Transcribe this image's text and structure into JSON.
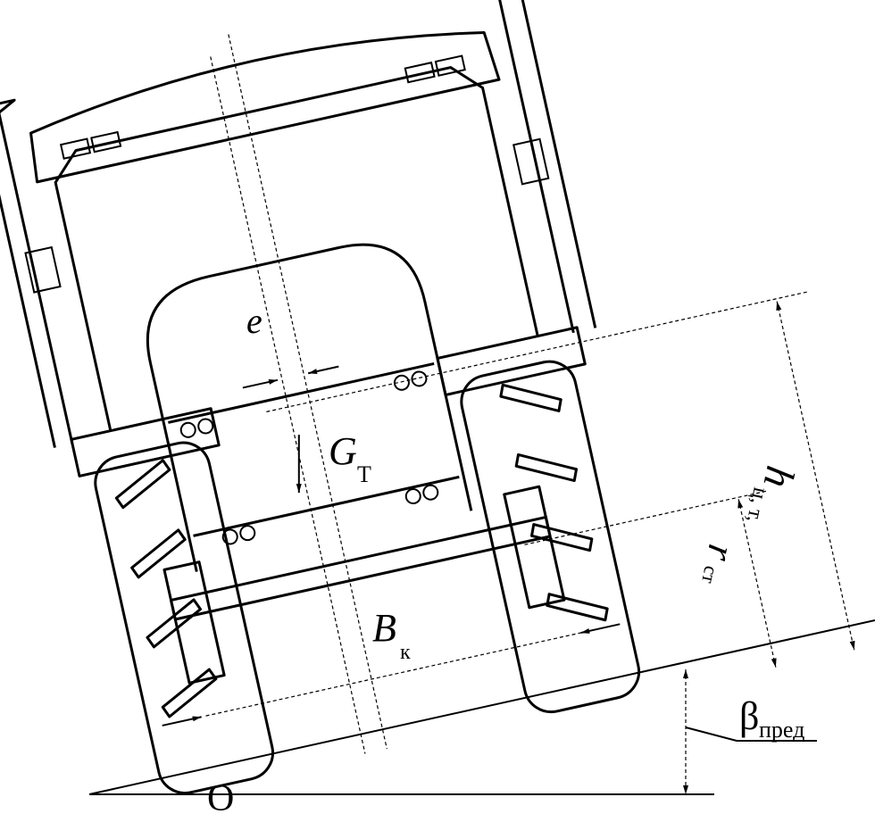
{
  "title": "Tractor lateral stability on slope diagram",
  "labels": {
    "eccentricity": "e",
    "gravity": "G",
    "gravity_sub": "Т",
    "cg_height": "h",
    "cg_height_sub": "ц, т,",
    "static_radius": "r",
    "static_radius_sub": "ст",
    "track_width": "B",
    "track_width_sub": "к",
    "limit_angle": "β",
    "limit_angle_sub": "пред",
    "origin": "O"
  }
}
